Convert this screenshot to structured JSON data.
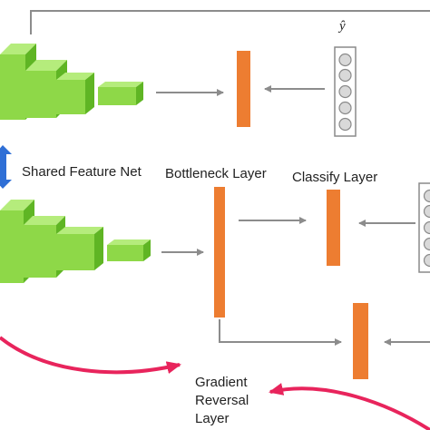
{
  "labels": {
    "shared_feature_net": "Shared Feature Net",
    "bottleneck_layer": "Bottleneck Layer",
    "classify_layer": "Classify Layer",
    "gradient_reversal": [
      "Gradient",
      "Reversal",
      "Layer"
    ],
    "y_hat": "ŷ"
  },
  "colors": {
    "net_front": "#8ed848",
    "net_top": "#b5ec7c",
    "net_side": "#5fb524",
    "layer_bar": "#ed7d31",
    "arrow": "#8c8c8c",
    "feedback_arrow": "#e8245c",
    "shared_arrow": "#2f6fd6",
    "node_fill": "#d9d9d9",
    "node_stroke": "#8a8a8a"
  }
}
